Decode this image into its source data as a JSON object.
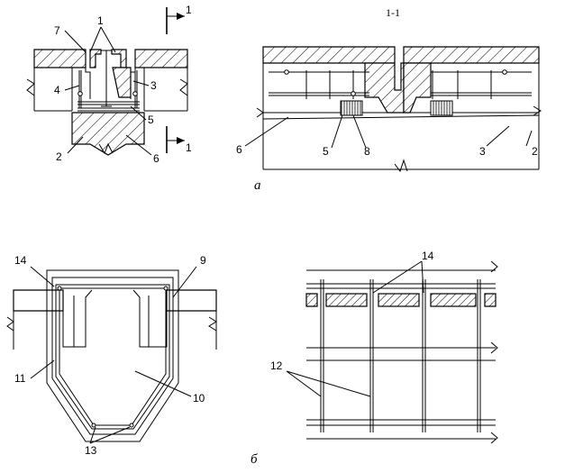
{
  "figure": {
    "section_title": "1-1",
    "caption_a": "а",
    "caption_b": "б",
    "section_marker": "1"
  },
  "callouts_a_left": [
    "7",
    "1",
    "1",
    "4",
    "3",
    "5",
    "2",
    "6",
    "1"
  ],
  "callouts_a_right": [
    "6",
    "5",
    "8",
    "3",
    "2"
  ],
  "callouts_b_left": [
    "14",
    "9",
    "11",
    "10",
    "13"
  ],
  "callouts_b_right": [
    "14",
    "12"
  ]
}
